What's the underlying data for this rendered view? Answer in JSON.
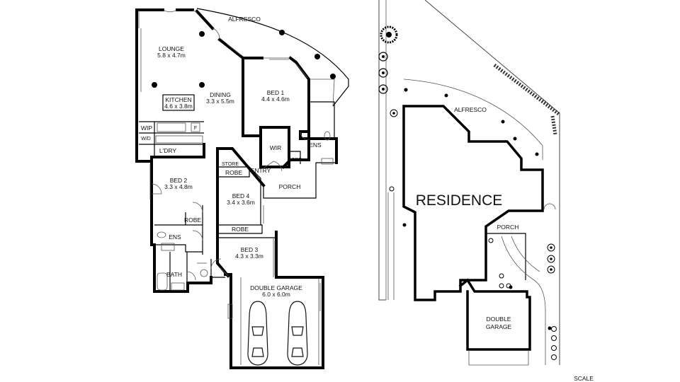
{
  "floor_plan": {
    "rooms": {
      "alfresco": {
        "name": "ALFRESCO"
      },
      "lounge": {
        "name": "LOUNGE",
        "size": "5.8 x 4.7m"
      },
      "kitchen": {
        "name": "KITCHEN",
        "size": "4.6 x 3.8m"
      },
      "dining": {
        "name": "DINING",
        "size": "3.3 x 5.5m"
      },
      "bed1": {
        "name": "BED 1",
        "size": "4.4 x 4.6m"
      },
      "wip": {
        "name": "WIP"
      },
      "fridge": {
        "name": "F"
      },
      "wd": {
        "name": "W/D"
      },
      "ldry": {
        "name": "L'DRY"
      },
      "wir": {
        "name": "WIR"
      },
      "ens1": {
        "name": "ENS"
      },
      "robe_small": {
        "name": "ROBE"
      },
      "store": {
        "name": "STORE"
      },
      "robe_bed4": {
        "name": "ROBE"
      },
      "entry": {
        "name": "ENTRY"
      },
      "porch": {
        "name": "PORCH"
      },
      "bed2": {
        "name": "BED 2",
        "size": "3.3 x 4.8m"
      },
      "bed4": {
        "name": "BED 4",
        "size": "3.4 x 3.6m"
      },
      "robe_bed2": {
        "name": "ROBE"
      },
      "robe_bed3": {
        "name": "ROBE"
      },
      "ens2": {
        "name": "ENS"
      },
      "bed3": {
        "name": "BED 3",
        "size": "4.3 x 3.3m"
      },
      "bath": {
        "name": "BATH"
      },
      "garage": {
        "name": "DOUBLE GARAGE",
        "size": "6.0 x 6.0m"
      }
    }
  },
  "site_plan": {
    "alfresco": "ALFRESCO",
    "residence": "RESIDENCE",
    "porch": "PORCH",
    "garage_line1": "DOUBLE",
    "garage_line2": "GARAGE"
  },
  "scale_label": "SCALE"
}
